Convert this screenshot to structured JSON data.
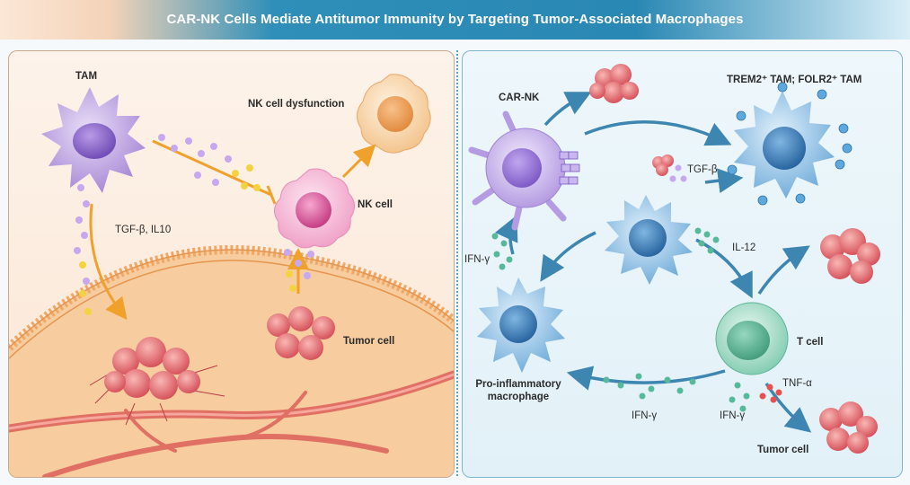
{
  "title": "CAR-NK Cells Mediate Antitumor Immunity by Targeting Tumor-Associated Macrophages",
  "left_panel": {
    "tam_label": "TAM",
    "nk_dysfunction_label": "NK cell dysfunction",
    "nk_cell_label": "NK cell",
    "cytokines_label": "TGF-β, IL10",
    "tumor_cell_label": "Tumor cell"
  },
  "right_panel": {
    "car_nk_label": "CAR-NK",
    "tam_subtypes_label": "TREM2⁺ TAM; FOLR2⁺ TAM",
    "tgf_label": "TGF-β",
    "il12_label": "IL-12",
    "ifn_left_label": "IFN-γ",
    "t_cell_label": "T cell",
    "macrophage_label": "Pro-inflammatory macrophage",
    "ifn_bottom_label": "IFN-γ",
    "ifn_tcell_label": "IFN-γ",
    "tnf_label": "TNF-α",
    "tumor_cell_label": "Tumor cell"
  },
  "colors": {
    "tam_purple": "#a98bd6",
    "nk_pink": "#f2a9cf",
    "orange_arrow": "#f0a12b",
    "blue_arrow": "#3e86b2",
    "tumor_red": "#e4646b",
    "tcell_green": "#6fc3a8"
  }
}
